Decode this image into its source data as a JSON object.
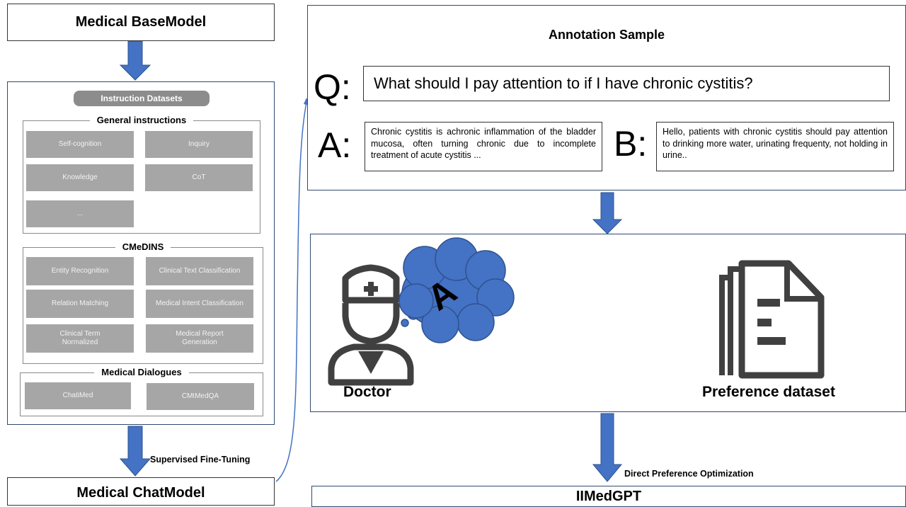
{
  "left": {
    "base_model": "Medical BaseModel",
    "instruction_datasets": "Instruction Datasets",
    "general": {
      "title": "General instructions",
      "items": [
        "Self-cognition",
        "Inquiry",
        "Knowledge",
        "CoT",
        "..."
      ]
    },
    "cmedins": {
      "title": "CMeDINS",
      "items": [
        "Entity Recognition",
        "Clinical Text Classification",
        "Relation Matching",
        "Medical Intent Classification",
        "Clinical Term Normalized",
        "Medical Report Generation"
      ]
    },
    "dialogues": {
      "title": "Medical Dialogues",
      "items": [
        "ChatiMed",
        "CMtMedQA"
      ]
    },
    "sft_label": "Supervised Fine-Tuning",
    "chat_model": "Medical ChatModel"
  },
  "annotation": {
    "title": "Annotation Sample",
    "q_letter": "Q:",
    "question": "What should I pay attention to if I have chronic cystitis?",
    "a_letter": "A:",
    "answer_a": "Chronic cystitis is achronic inflammation of the bladder mucosa, often turning chronic due to incomplete treatment of acute cystitis ...",
    "b_letter": "B:",
    "answer_b": "Hello, patients with chronic cystitis should pay attention to drinking more water, urinating frequenty, not holding in urine.."
  },
  "preference": {
    "cloud_letter": "A",
    "doctor_label": "Doctor",
    "dataset_label": "Preference dataset"
  },
  "dpo_label": "Direct Preference Optimization",
  "final_model": "IIMedGPT",
  "colors": {
    "arrow_blue": "#4472c4",
    "arrow_border": "#2f528f",
    "tile_gray": "#a6a6a6",
    "icon_dark": "#404040"
  }
}
